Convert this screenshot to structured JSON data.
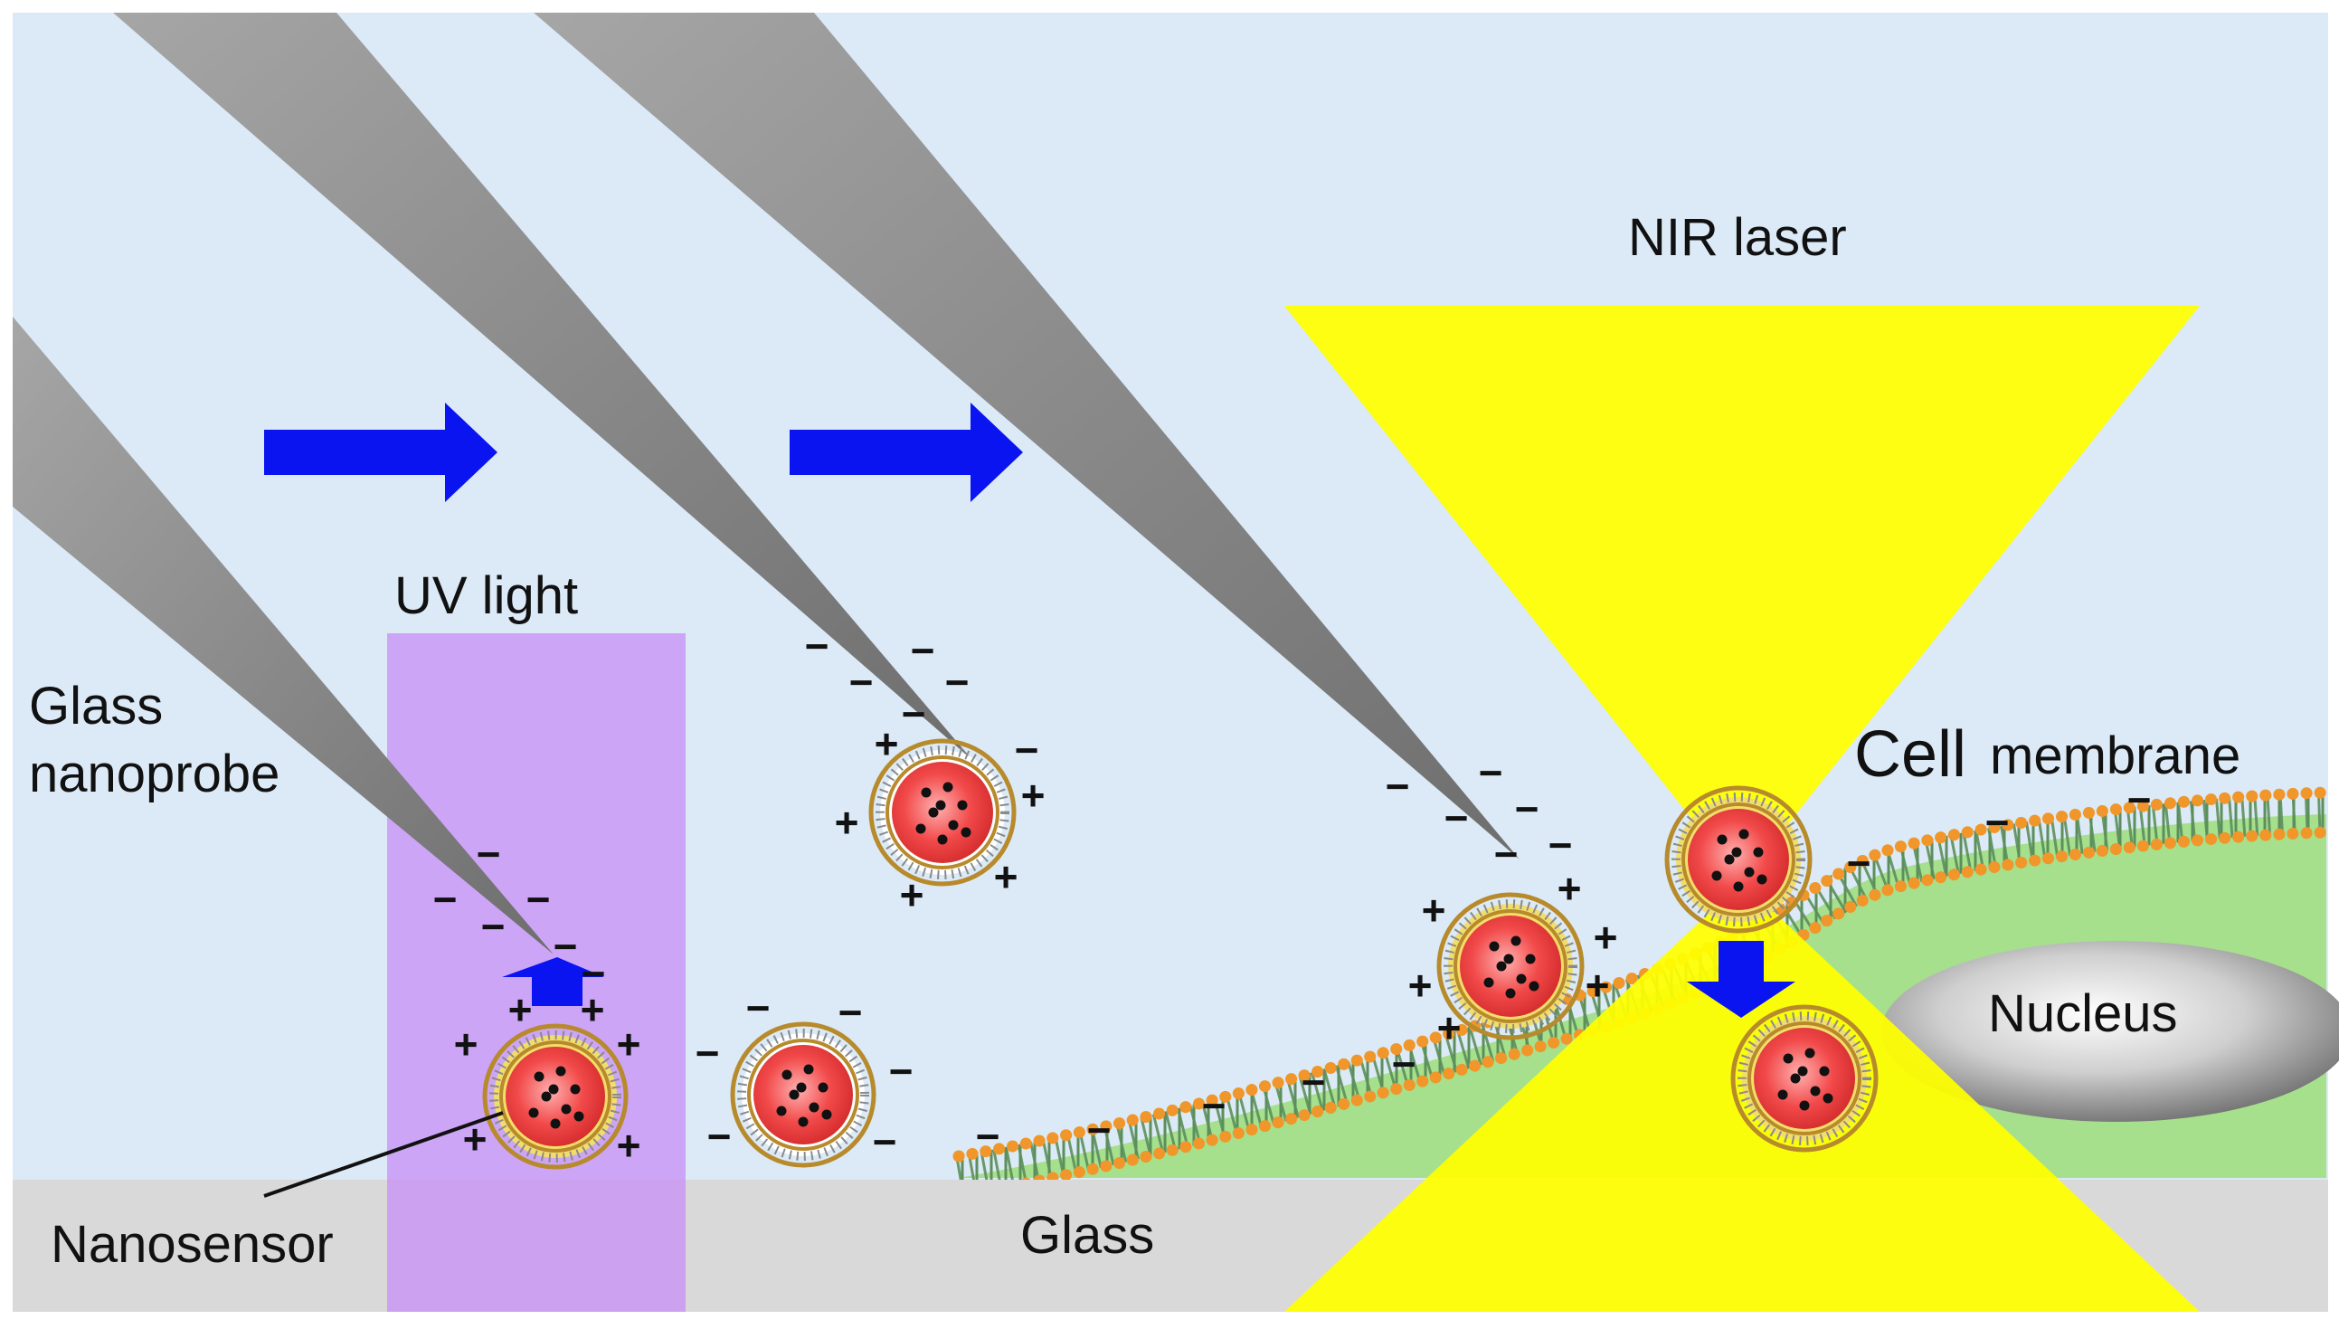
{
  "colors": {
    "medium": "#dbeaf6",
    "glass": "#d9d9d9",
    "uv": "#d3a4f8",
    "laser": "#ffff00",
    "arrow": "#0a14f0",
    "cytoplasm": "#92e07a",
    "lipid_head": "#f0962a",
    "lipid_tail": "#6aa06a",
    "sensor_core": "#f04848",
    "nucleus": "#8c8c8c"
  },
  "labels": {
    "glass_nanoprobe_line1": "Glass",
    "glass_nanoprobe_line2": "nanoprobe",
    "uv_light": "UV light",
    "nir_laser": "NIR laser",
    "cell_word": "Cell",
    "membrane_word": "membrane",
    "nucleus": "Nucleus",
    "nanosensor": "Nanosensor",
    "glass": "Glass"
  },
  "charges": {
    "minus": "−",
    "plus": "+"
  }
}
